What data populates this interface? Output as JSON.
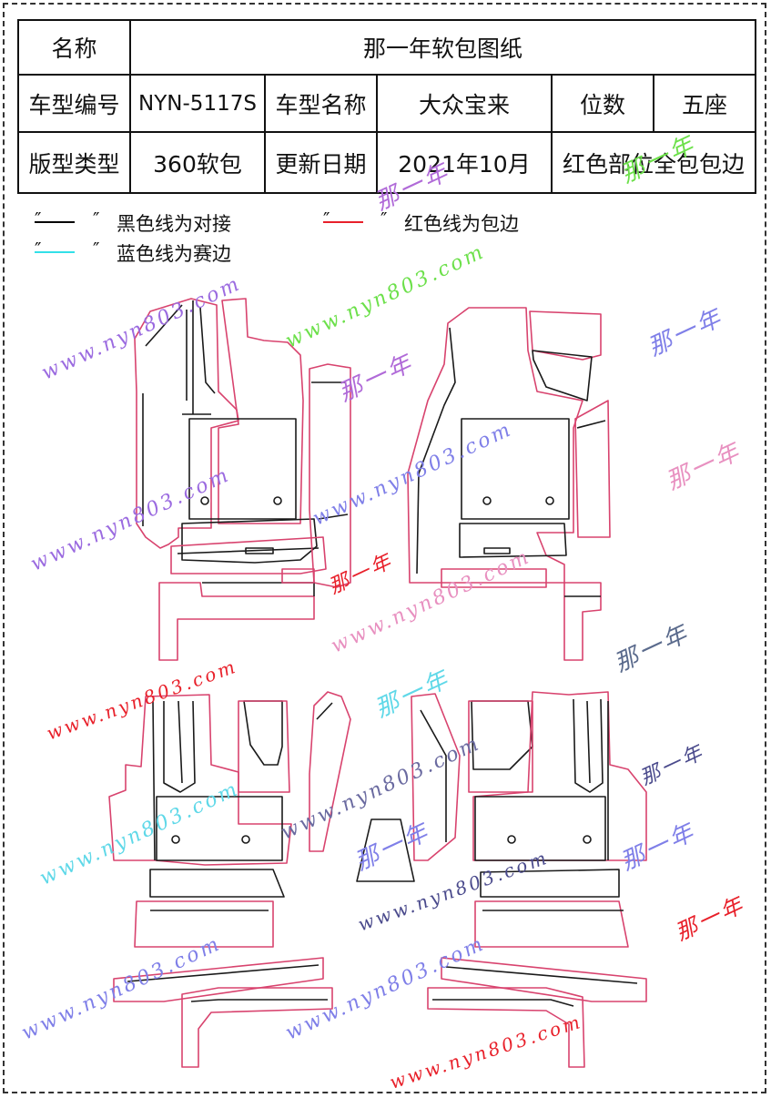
{
  "table": {
    "row1": {
      "label": "名称",
      "value": "那一年软包图纸"
    },
    "row2": {
      "label1": "车型编号",
      "value1": "NYN-5117S",
      "label2": "车型名称",
      "value2": "大众宝来",
      "label3": "位数",
      "value3": "五座"
    },
    "row3": {
      "label1": "版型类型",
      "value1": "360软包",
      "label2": "更新日期",
      "value2": "2021年10月",
      "value3": "红色部位全包包边"
    }
  },
  "legend": {
    "black": {
      "text": "黑色线为对接",
      "color": "#000000"
    },
    "red": {
      "text": "红色线为包边",
      "color": "#e8202a"
    },
    "blue": {
      "text": "蓝色线为赛边",
      "color": "#33e0e8"
    },
    "quote": "″"
  },
  "watermarks": {
    "site": "www.nyn803.com",
    "brand": "那一年"
  },
  "colors": {
    "outline": "#1a1a1a",
    "trim": "#d8436e"
  }
}
